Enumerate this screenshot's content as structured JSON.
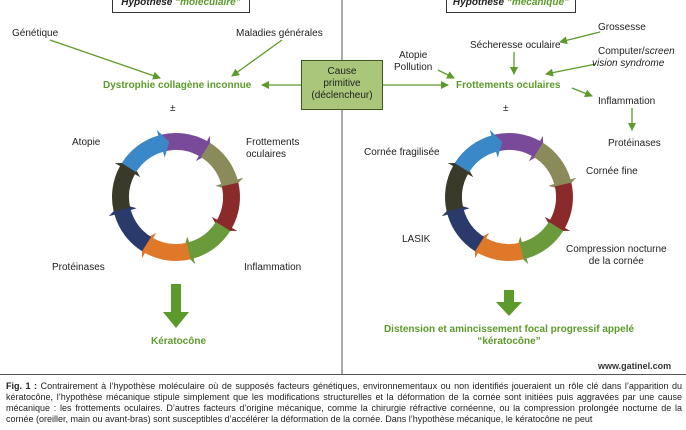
{
  "left": {
    "hypothesis": {
      "prefix": "Hypothèse ",
      "word": "“moléculaire”"
    },
    "inputs": [
      "Génétique",
      "Maladies générales"
    ],
    "center_label": "Dystrophie collagène inconnue",
    "cycle_top": "±",
    "cycle_labels": {
      "atopie": "Atopie",
      "frottements": "Frottements\noculaires",
      "proteinases": "Protéinases",
      "inflammation": "Inflammation"
    },
    "outcome": "Kératocône"
  },
  "center": {
    "cause_box": "Cause\nprimitive\n(déclencheur)"
  },
  "right": {
    "hypothesis": {
      "prefix": "Hypothèse ",
      "word": "“mécanique”"
    },
    "inputs": {
      "grossesse": "Grossesse",
      "secheresse": "Sécheresse oculaire",
      "computer_a": "Computer/",
      "computer_b": "screen",
      "computer_c": "vision syndrome",
      "atopie_pollution": "Atopie\nPollution"
    },
    "center_label": "Frottements oculaires",
    "side_chain": [
      "Inflammation",
      "Protéinases"
    ],
    "cycle_top": "±",
    "cycle_labels": {
      "cornee_fragilisee": "Cornée fragilisée",
      "cornee_fine": "Cornée fine",
      "lasik": "LASIK",
      "compression": "Compression nocturne\nde la cornée"
    },
    "outcome": "Distension et amincissement focal progressif appelé\n“kératocône”"
  },
  "website": "www.gatinel.com",
  "caption": {
    "label": "Fig. 1 :",
    "text": " Contrairement à l’hypothèse moléculaire où de supposés facteurs génétiques, environnementaux ou non identifiés joueraient un rôle clé dans l’apparition du kératocône, l’hypothèse mécanique stipule simplement que les modifications structurelles et la déformation de la cornée sont initiées puis aggravées par une cause mécanique : les frottements oculaires. D’autres facteurs d’origine mécanique, comme la chirurgie réfractive cornéenne, ou la compression prolongée nocturne de la cornée (oreiller, main ou avant-bras) sont susceptibles d’accélérer la déformation de la cornée. Dans l’hypothèse mécanique, le kératocône ne peut"
  },
  "colors": {
    "green": "#5d9a2c",
    "box_fill": "#a9c67a",
    "cycle": [
      "#7a4a9a",
      "#8a8a5a",
      "#8b2a2a",
      "#6a9a3a",
      "#e0782a",
      "#2a3a6a",
      "#3a3a2a",
      "#3a88c8"
    ]
  }
}
